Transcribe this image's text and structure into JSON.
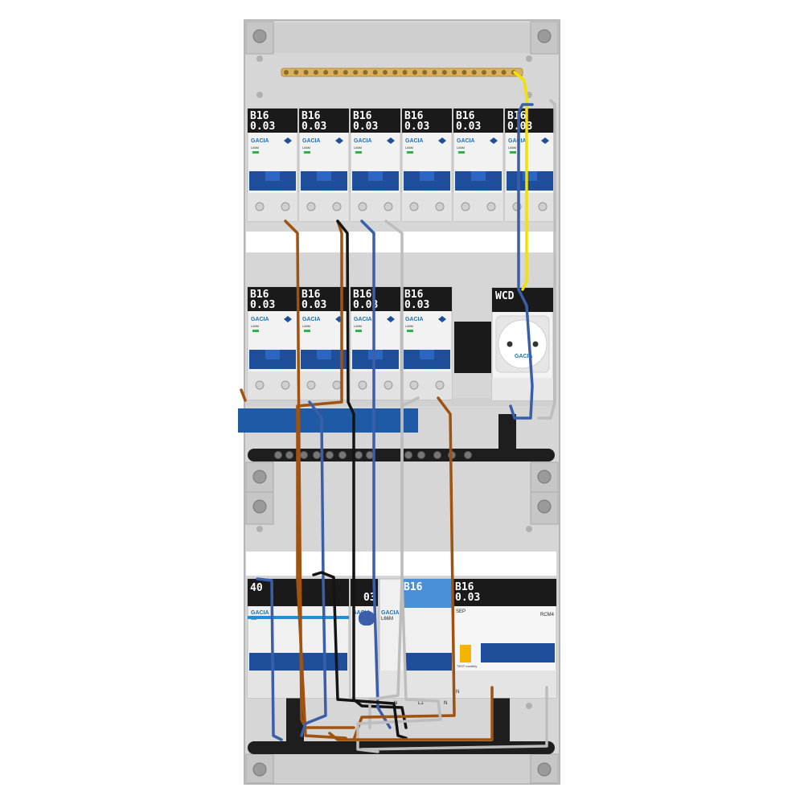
{
  "enclosure": {
    "frame_color": "#d6d6d6",
    "panel_color": "#e9e9e9",
    "rail_color": "#bcbcbc",
    "busbar_color": "#d9b060"
  },
  "row1": {
    "breakers": [
      {
        "rating": "B16",
        "sensitivity": "0.03",
        "brand": "GACIA",
        "model": "L66M"
      },
      {
        "rating": "B16",
        "sensitivity": "0.03",
        "brand": "GACIA",
        "model": "L66M"
      },
      {
        "rating": "B16",
        "sensitivity": "0.03",
        "brand": "GACIA",
        "model": "L66M"
      },
      {
        "rating": "B16",
        "sensitivity": "0.03",
        "brand": "GACIA",
        "model": "L66M"
      },
      {
        "rating": "B16",
        "sensitivity": "0.03",
        "brand": "GACIA",
        "model": "L66M"
      },
      {
        "rating": "B16",
        "sensitivity": "0.03",
        "brand": "GACIA",
        "model": "L66M"
      }
    ]
  },
  "row2": {
    "breakers": [
      {
        "rating": "B16",
        "sensitivity": "0.03",
        "brand": "GACIA",
        "model": "L66M"
      },
      {
        "rating": "B16",
        "sensitivity": "0.03",
        "brand": "GACIA",
        "model": "L66M"
      },
      {
        "rating": "B16",
        "sensitivity": "0.03",
        "brand": "GACIA",
        "model": "L66M"
      },
      {
        "rating": "B16",
        "sensitivity": "0.03",
        "brand": "GACIA",
        "model": "L66M"
      }
    ],
    "socket": {
      "label": "WCD",
      "brand": "GACIA"
    }
  },
  "row3": {
    "main_switch": {
      "rating": "40",
      "brand": "GACIA",
      "model": "S3"
    },
    "surge": {
      "label": "03",
      "brand": "GACIA"
    },
    "rcbo": {
      "rating": "B16",
      "brand": "GACIA",
      "model": "L66M",
      "terminals": [
        "N",
        "N",
        "L1",
        "N"
      ]
    },
    "rcd": {
      "rating": "B16",
      "sensitivity": "0.03",
      "brand": "SEP",
      "model": "RCM4",
      "test_text": "TEST monthly",
      "terminal": "N"
    }
  },
  "wires": {
    "brown": "#a0520f",
    "blue": "#3a5fa8",
    "black": "#141414",
    "grey": "#bdbdbd",
    "yellow": "#f1e200"
  }
}
